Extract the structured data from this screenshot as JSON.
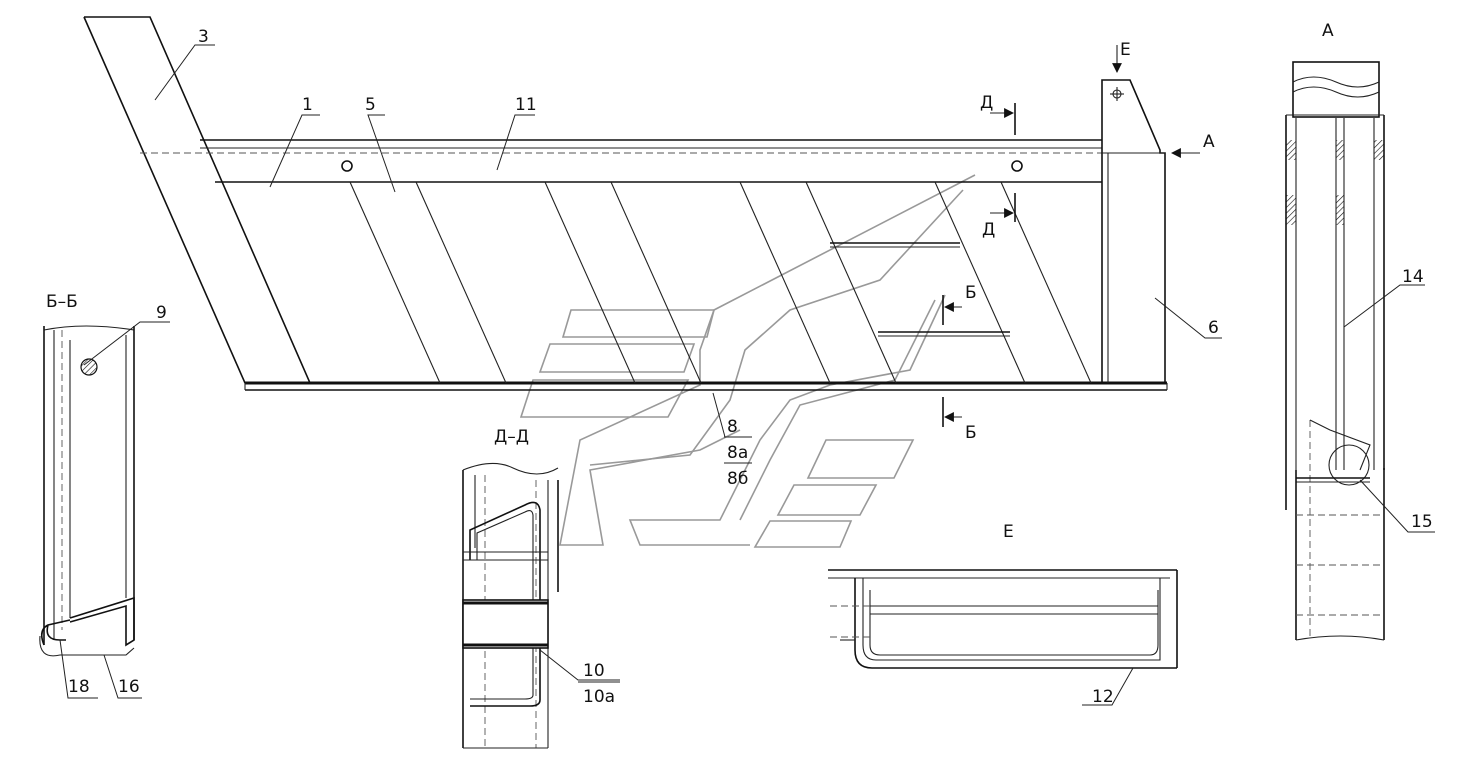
{
  "labels": {
    "p1": "1",
    "p3": "3",
    "p5": "5",
    "p6": "6",
    "p8": "8",
    "p8a": "8а",
    "p8b": "8б",
    "p9": "9",
    "p10": "10",
    "p10a": "10а",
    "p11": "11",
    "p12": "12",
    "p14": "14",
    "p15": "15",
    "p16": "16",
    "p18": "18"
  },
  "views": {
    "section_bb": "Б–Б",
    "section_dd": "Д–Д",
    "view_a": "А",
    "view_e": "Е"
  },
  "markers": {
    "a": "А",
    "e": "Е",
    "d": "Д",
    "b": "Б"
  }
}
